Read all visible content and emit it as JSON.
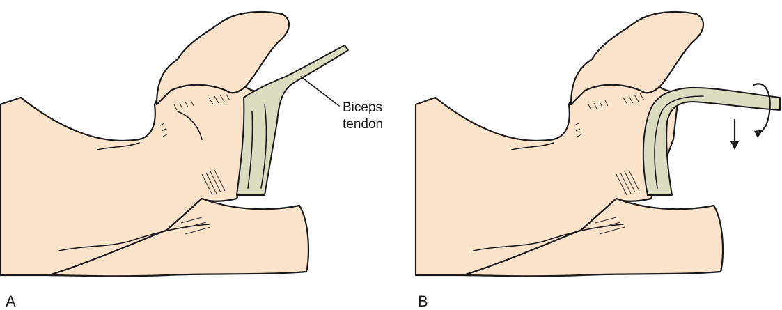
{
  "panels": [
    {
      "letter": "A",
      "tendon_label_line1": "Biceps",
      "tendon_label_line2": "tendon"
    },
    {
      "letter": "B"
    }
  ],
  "colors": {
    "bone": "#fbe3cc",
    "tendon": "#dcdcc1",
    "outline": "#1a1a1a"
  }
}
